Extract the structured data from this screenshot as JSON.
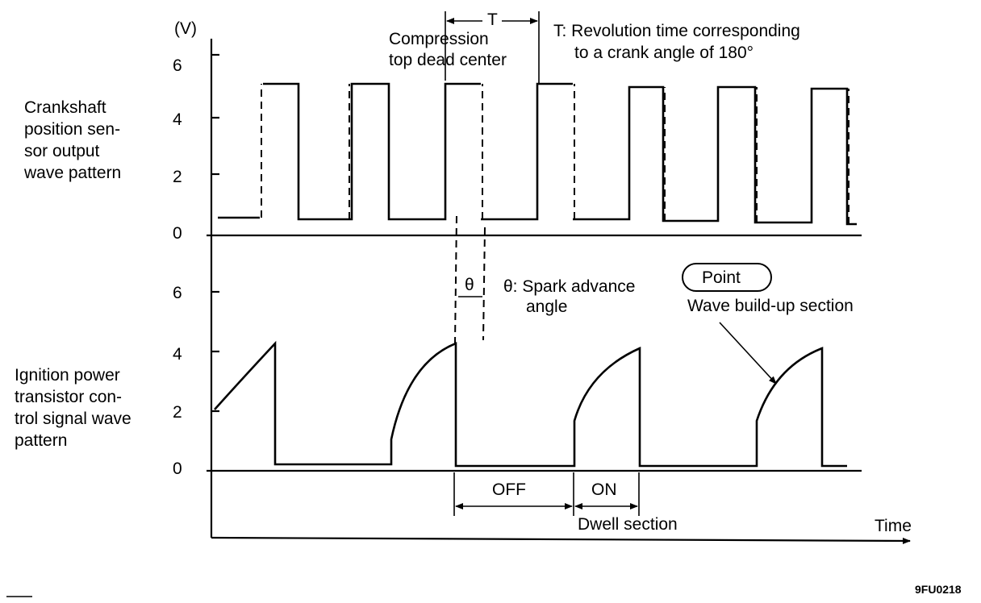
{
  "top_panel": {
    "unit_label": "(V)",
    "y_ticks": [
      "6",
      "4",
      "2",
      "0"
    ],
    "row_label_lines": [
      "Crankshaft",
      "position sen-",
      "sor output",
      "wave pattern"
    ]
  },
  "bottom_panel": {
    "y_ticks": [
      "6",
      "4",
      "2",
      "0"
    ],
    "row_label_lines": [
      "Ignition power",
      "transistor con-",
      "trol signal wave",
      "pattern"
    ]
  },
  "annotations": {
    "T_marker": "T",
    "T_definition": [
      "T: Revolution time corresponding",
      "to a crank angle of 180°"
    ],
    "compression_tdc": [
      "Compression",
      "top dead center"
    ],
    "theta_marker": "θ",
    "theta_definition": [
      "θ: Spark advance",
      "angle"
    ],
    "point_badge": "Point",
    "point_note": "Wave build-up section",
    "off_label": "OFF",
    "on_label": "ON",
    "dwell_label": "Dwell section",
    "time_label": "Time"
  },
  "figure_code": "9FU0218"
}
